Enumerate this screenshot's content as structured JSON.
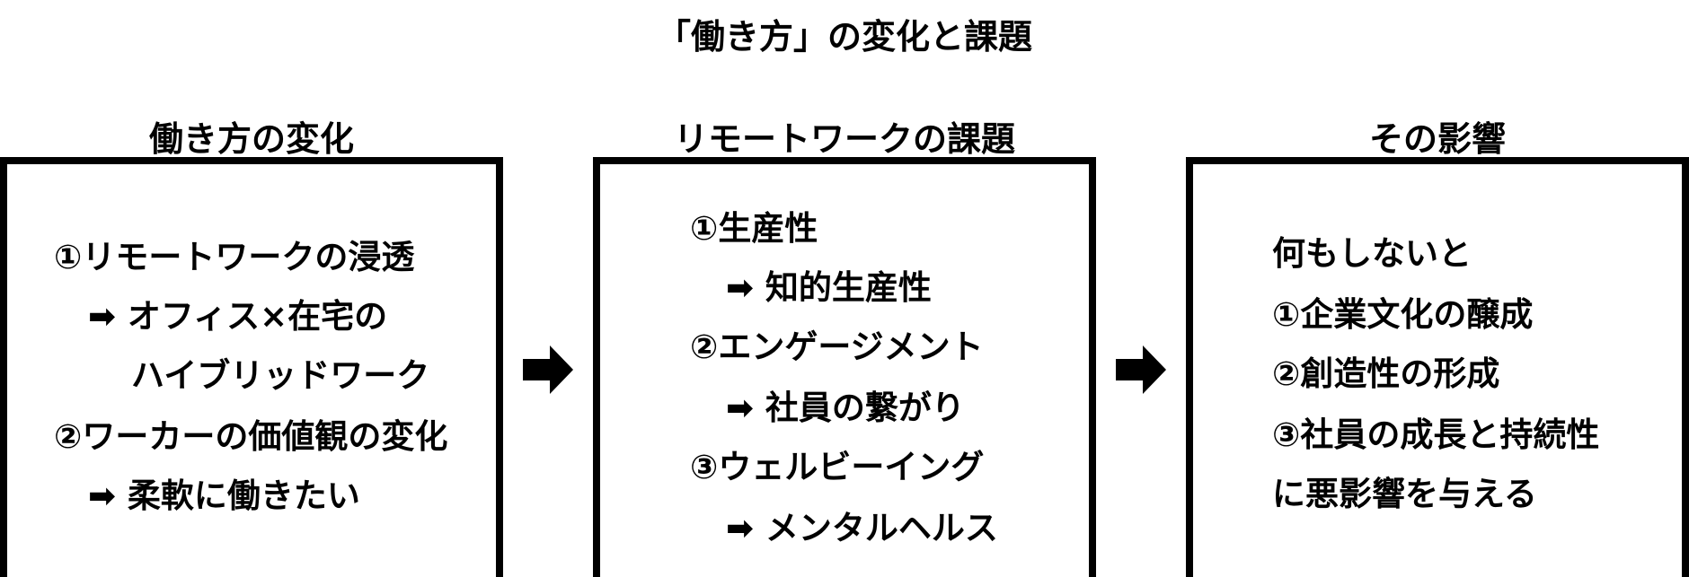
{
  "title": "「働き方」の変化と課題",
  "columns": [
    {
      "heading": "働き方の変化",
      "lines": [
        "①リモートワークの浸透",
        "➡ オフィス×在宅の",
        "ハイブリッドワーク",
        "②ワーカーの価値観の変化",
        "➡ 柔軟に働きたい"
      ]
    },
    {
      "heading": "リモートワークの課題",
      "lines": [
        "①生産性",
        "➡ 知的生産性",
        "②エンゲージメント",
        "➡ 社員の繋がり",
        "③ウェルビーイング",
        "➡ メンタルヘルス"
      ]
    },
    {
      "heading": "その影響",
      "lines": [
        "何もしないと",
        "①企業文化の醸成",
        "②創造性の形成",
        "③社員の成長と持続性",
        "に悪影響を与える"
      ]
    }
  ]
}
